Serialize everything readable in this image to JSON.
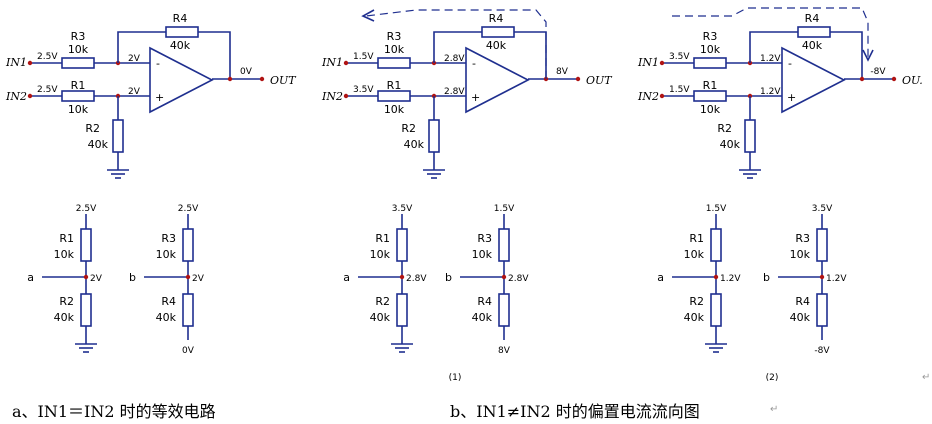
{
  "labels": {
    "in1": "IN1",
    "in2": "IN2",
    "out": "OUT",
    "out_cut": "OU.",
    "r1": "R1",
    "r2": "R2",
    "r3": "R3",
    "r4": "R4",
    "v10k": "10k",
    "v40k": "40k",
    "minus": "-",
    "plus": "+"
  },
  "circuit_a": {
    "in1_v": "2.5V",
    "in2_v": "2.5V",
    "neg_node": "2V",
    "pos_node": "2V",
    "out_v": "0V"
  },
  "circuit_b1": {
    "in1_v": "1.5V",
    "in2_v": "3.5V",
    "neg_node": "2.8V",
    "pos_node": "2.8V",
    "out_v": "8V"
  },
  "circuit_b2": {
    "in1_v": "3.5V",
    "in2_v": "1.5V",
    "neg_node": "1.2V",
    "pos_node": "1.2V",
    "out_v": "-8V"
  },
  "divider_a_left": {
    "top": "2.5V",
    "node": "2V",
    "term": "a",
    "r_top": "R1",
    "r_bot": "R2",
    "bottom": ""
  },
  "divider_a_right": {
    "top": "2.5V",
    "node": "2V",
    "term": "b",
    "r_top": "R3",
    "r_bot": "R4",
    "bottom": "0V"
  },
  "divider_b1_left": {
    "top": "3.5V",
    "node": "2.8V",
    "term": "a",
    "r_top": "R1",
    "r_bot": "R2",
    "bottom": ""
  },
  "divider_b1_right": {
    "top": "1.5V",
    "node": "2.8V",
    "term": "b",
    "r_top": "R3",
    "r_bot": "R4",
    "bottom": "8V"
  },
  "divider_b2_left": {
    "top": "1.5V",
    "node": "1.2V",
    "term": "a",
    "r_top": "R1",
    "r_bot": "R2",
    "bottom": ""
  },
  "divider_b2_right": {
    "top": "3.5V",
    "node": "1.2V",
    "term": "b",
    "r_top": "R3",
    "r_bot": "R4",
    "bottom": "-8V"
  },
  "sub_labels": {
    "one": "(1)",
    "two": "(2)"
  },
  "captions": {
    "a": "a、IN1＝IN2 时的等效电路",
    "b": "b、IN1≠IN2 时的偏置电流流向图"
  },
  "marks": {
    "return1": "↵",
    "return2": "↵"
  }
}
